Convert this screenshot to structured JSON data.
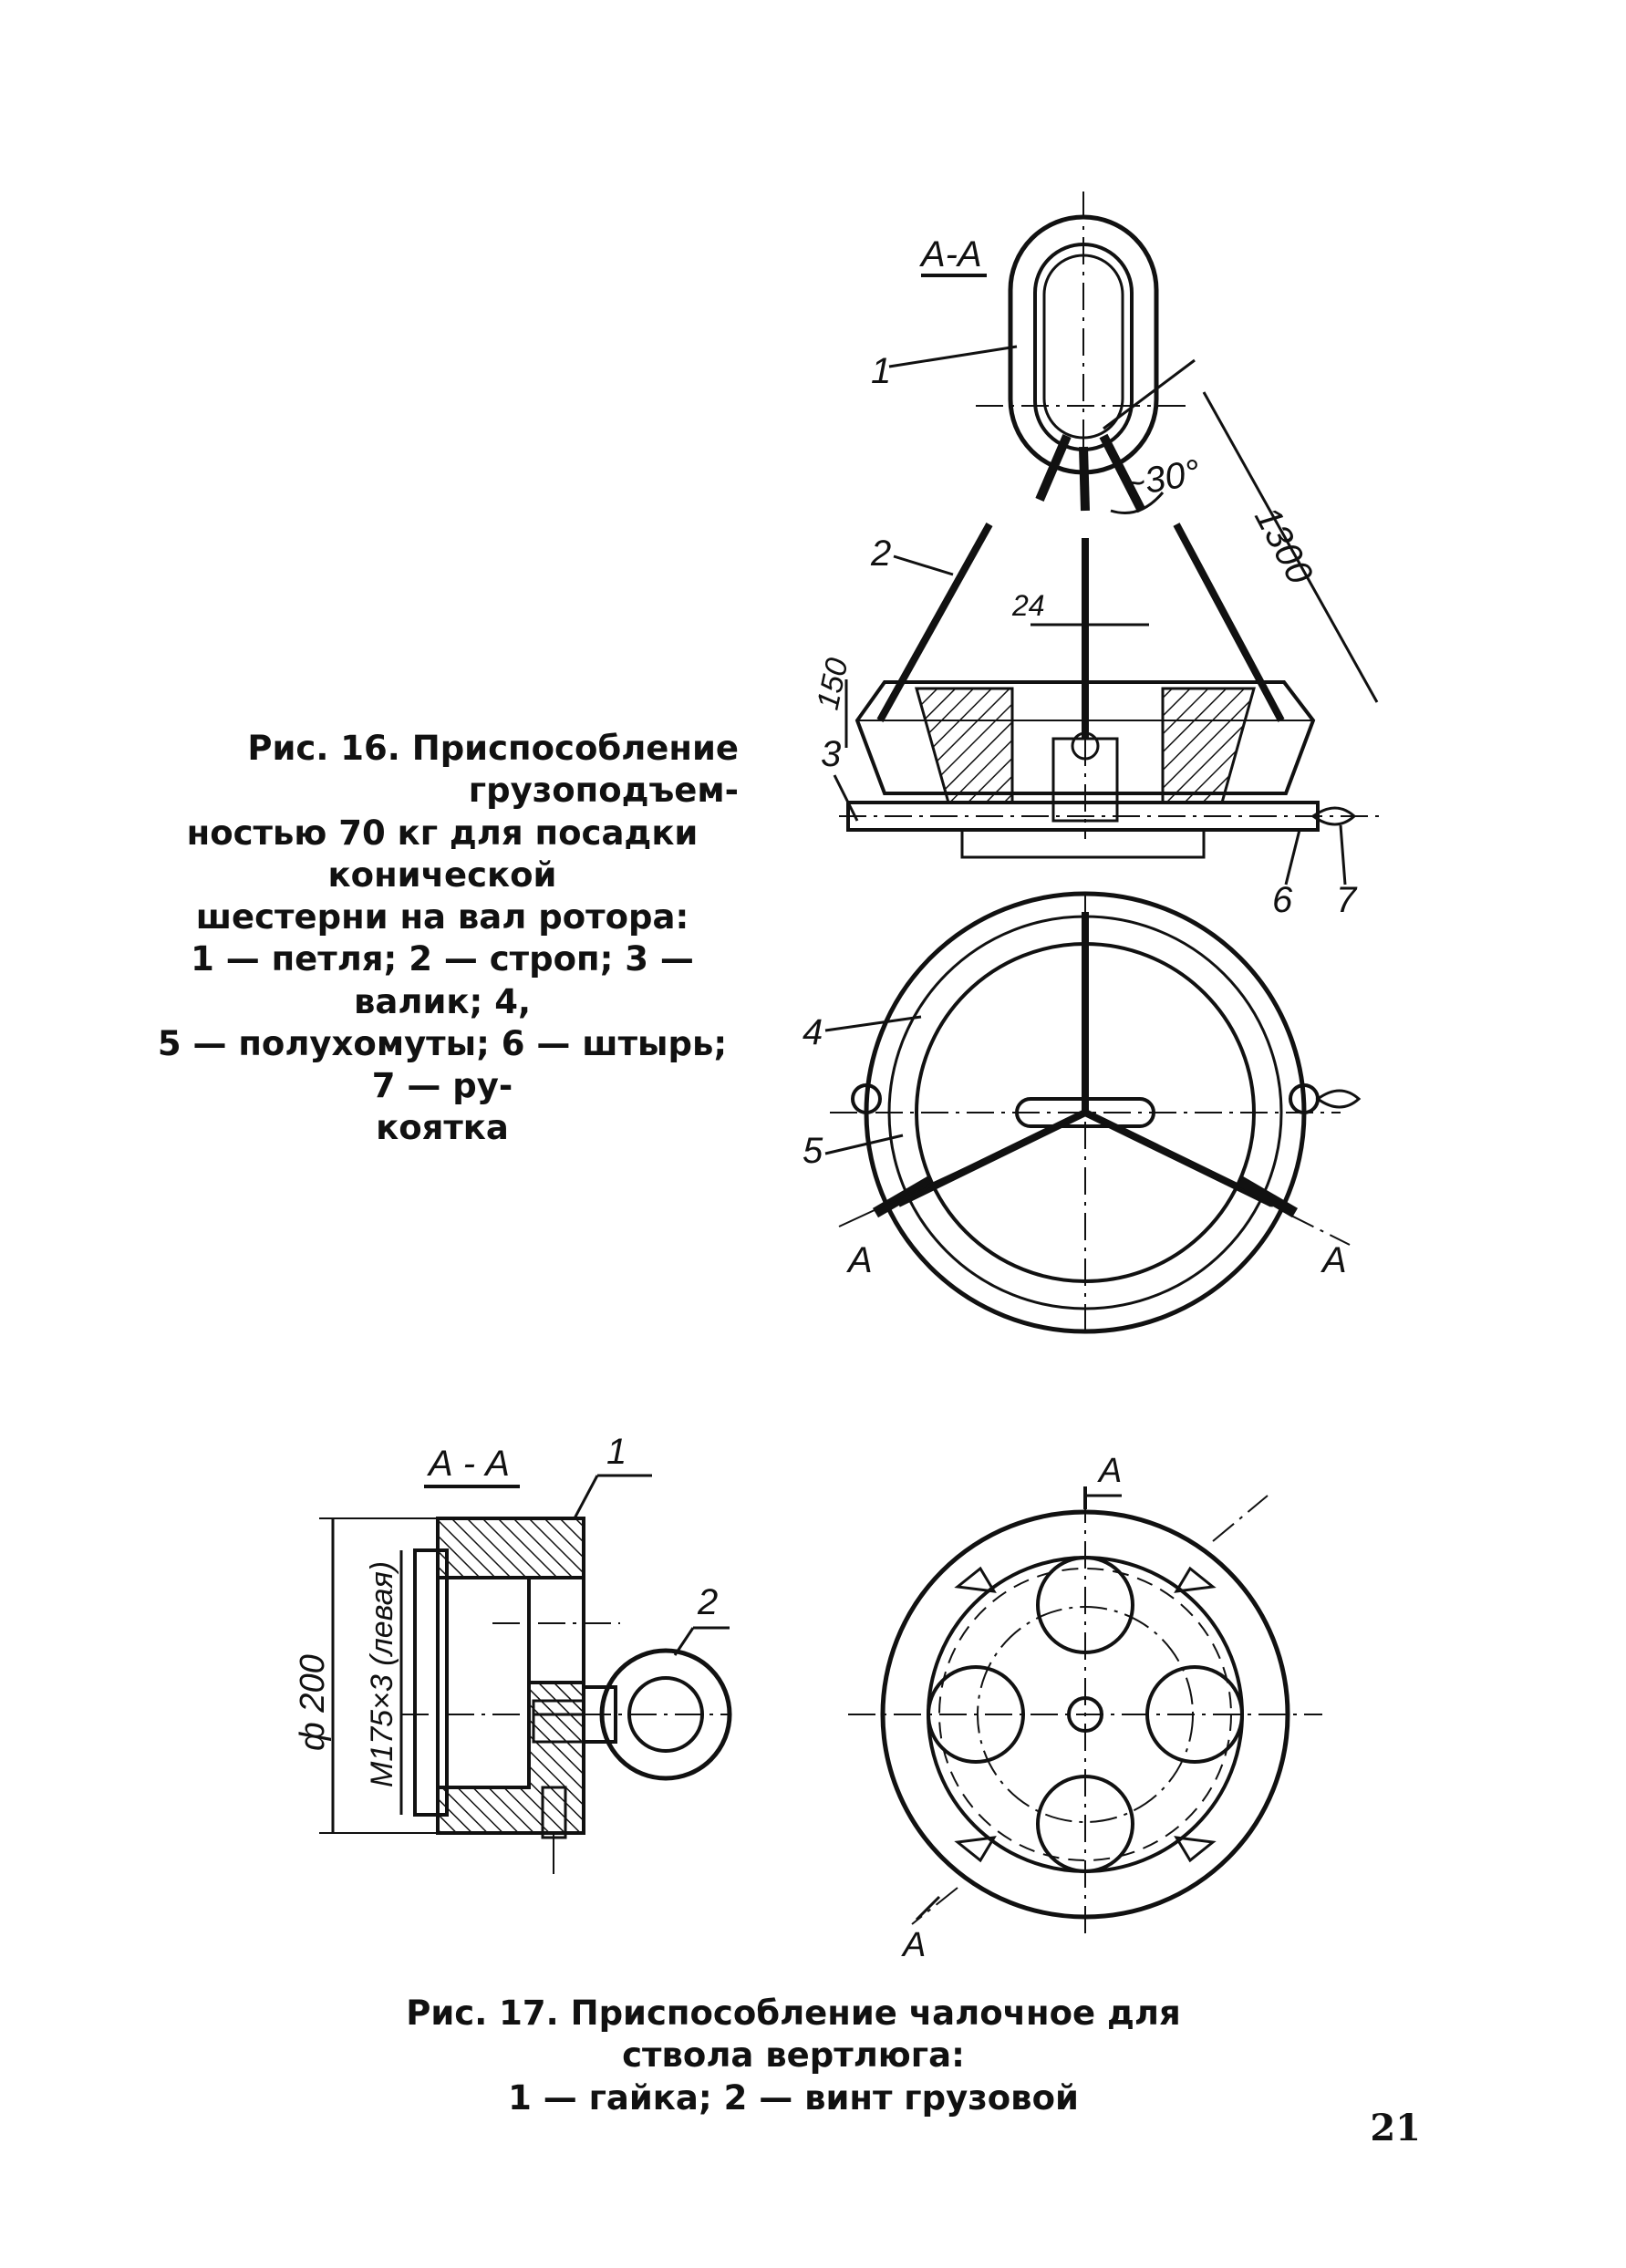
{
  "fig16": {
    "section_label": "А-А",
    "caption_line1": "Рис. 16. Приспособление грузоподъем-",
    "caption_line2": "ностью 70 кг для посадки конической",
    "caption_line3": "шестерни на вал ротора:",
    "caption_line4": "1 — петля; 2 — строп; 3 — валик; 4,",
    "caption_line5": "5 — полухомуты; 6 — штырь; 7 — ру-",
    "caption_line6": "коятка",
    "dimensions": {
      "angle": "~30°",
      "length": "1300",
      "rod": "24",
      "height": "150"
    },
    "callouts": [
      "1",
      "2",
      "3",
      "4",
      "5",
      "6",
      "7"
    ],
    "cut_marks": [
      "A",
      "A"
    ]
  },
  "fig17": {
    "section_label": "А - А",
    "diameter": "ф 200",
    "thread": "М175×3 (левая)",
    "callouts": [
      "1",
      "2"
    ],
    "cut_marks": [
      "A",
      "A"
    ],
    "caption_line1": "Рис. 17. Приспособление чалочное для ствола вертлюга:",
    "caption_line2": "1 — гайка; 2 — винт грузовой"
  },
  "page_number": "21",
  "colors": {
    "ink": "#111111",
    "paper": "#ffffff"
  }
}
